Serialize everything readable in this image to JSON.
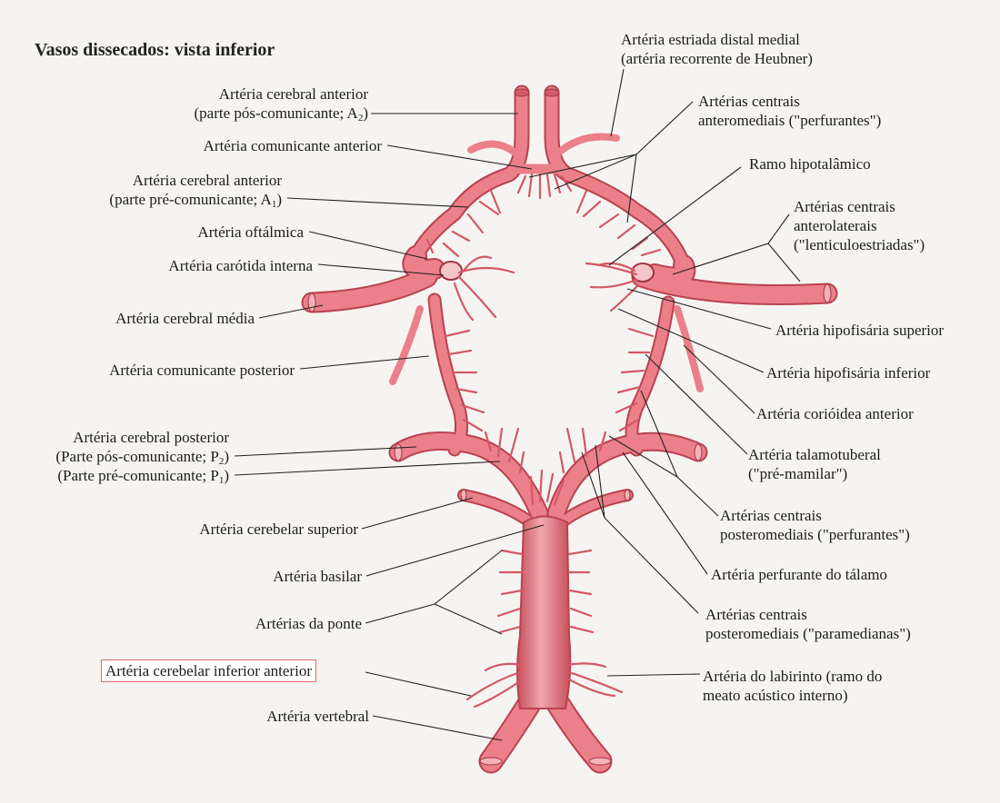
{
  "title": "Vasos dissecados: vista inferior",
  "labels": {
    "estriada_1": "Artéria estriada distal medial",
    "estriada_2": "(artéria recorrente de Heubner)",
    "aca_a2_1": "Artéria cerebral anterior",
    "aca_a2_2_pre": "(parte pós-comunicante; A",
    "aca_a2_2_sub": "2",
    "aca_a2_2_post": ")",
    "centrais_am_1": "Artérias centrais",
    "centrais_am_2": "anteromediais (\"perfurantes\")",
    "comunicante_anterior": "Artéria comunicante anterior",
    "ramo_hipotalamico": "Ramo hipotalâmico",
    "aca_a1_1": "Artéria cerebral anterior",
    "aca_a1_2_pre": "(parte pré-comunicante; A",
    "aca_a1_2_sub": "1",
    "aca_a1_2_post": ")",
    "centrais_al_1": "Artérias centrais",
    "centrais_al_2": "anterolaterais",
    "centrais_al_3": "(\"lenticuloestriadas\")",
    "oftalmica": "Artéria oftálmica",
    "carotida": "Artéria carótida interna",
    "cerebral_media": "Artéria cerebral média",
    "hipofisaria_superior": "Artéria hipofisária superior",
    "comunicante_posterior": "Artéria comunicante posterior",
    "hipofisaria_inferior": "Artéria hipofisária inferior",
    "corioidea": "Artéria corióidea anterior",
    "pca_1": "Artéria cerebral posterior",
    "pca_p2_pre": "(Parte pós-comunicante; P",
    "pca_p2_sub": "2",
    "pca_p2_post": ")",
    "pca_p1_pre": "(Parte pré-comunicante; P",
    "pca_p1_sub": "1",
    "pca_p1_post": ")",
    "talamotuberal_1": "Artéria talamotuberal",
    "talamotuberal_2": "(\"pré-mamilar\")",
    "centrais_pm_1": "Artérias centrais",
    "centrais_pm_2": "posteromediais (\"perfurantes\")",
    "cerebelar_superior": "Artéria cerebelar superior",
    "basilar": "Artéria basilar",
    "perfurante_talamo": "Artéria perfurante do tálamo",
    "centrais_pmed_1": "Artérias centrais",
    "centrais_pmed_2": "posteromediais (\"paramedianas\")",
    "ponte": "Artérias da ponte",
    "cerebelar_inferior_anterior": "Artéria cerebelar inferior anterior",
    "labirinto_1": "Artéria do labirinto (ramo do",
    "labirinto_2": "meato acústico interno)",
    "vertebral": "Artéria vertebral"
  },
  "colors": {
    "artery": "#e8707c",
    "artery_dark": "#c24b58",
    "highlight_border": "#e06a6a"
  }
}
